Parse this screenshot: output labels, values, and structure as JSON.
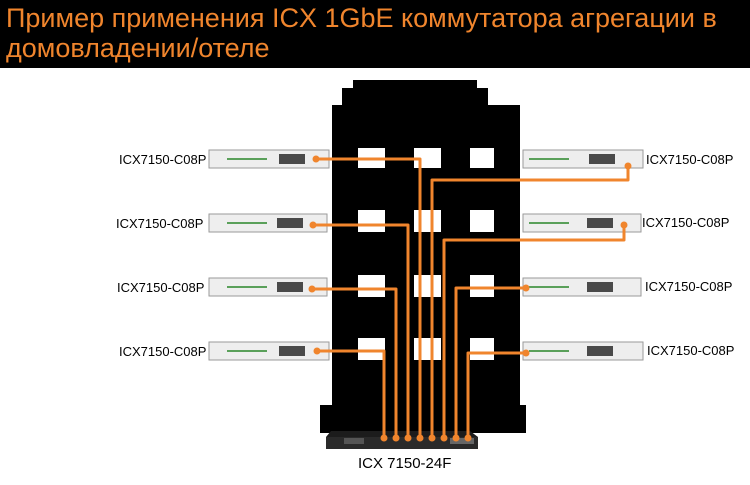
{
  "title": {
    "line1": "Пример применения ICX 1GbE коммутатора агрегации в",
    "line2": "домовладении/отеле"
  },
  "access_switches": [
    {
      "model": "ICX7150-C08P",
      "side": "left",
      "floor": 1
    },
    {
      "model": "ICX7150-C08P",
      "side": "left",
      "floor": 2
    },
    {
      "model": "ICX7150-C08P",
      "side": "left",
      "floor": 3
    },
    {
      "model": "ICX7150-C08P",
      "side": "left",
      "floor": 4
    },
    {
      "model": "ICX7150-C08P",
      "side": "right",
      "floor": 1
    },
    {
      "model": "ICX7150-C08P",
      "side": "right",
      "floor": 2
    },
    {
      "model": "ICX7150-C08P",
      "side": "right",
      "floor": 3
    },
    {
      "model": "ICX7150-C08P",
      "side": "right",
      "floor": 4
    }
  ],
  "aggregation_switch": {
    "model": "ICX 7150-24F"
  },
  "colors": {
    "title_bar": "#000000",
    "title_text": "#f0852d",
    "uplink_cable": "#f0852d",
    "building": "#000000",
    "window": "#ffffff"
  }
}
